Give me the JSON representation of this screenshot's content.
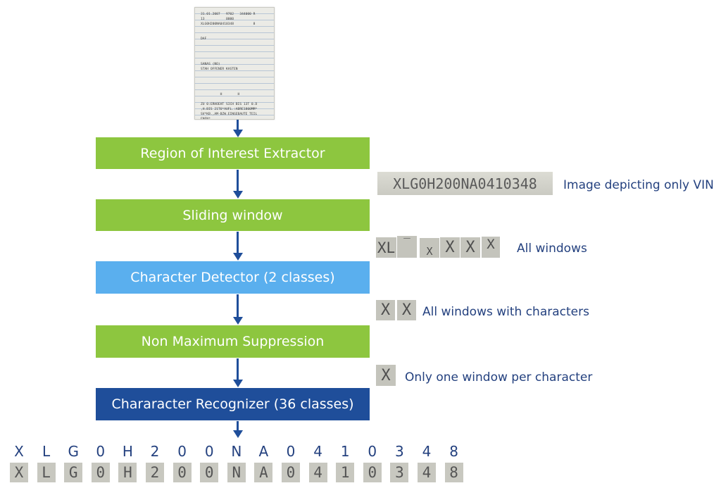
{
  "document": {
    "lines": [
      "31.01.2007   9702   344000 R",
      "13           0000",
      "XLG0H200NA0410348          8",
      "",
      "",
      "DAF",
      "",
      "",
      "",
      "",
      "SANAS (NO)",
      "STAH OFFENER KASTEN",
      "",
      "",
      "",
      "",
      "          H        H",
      "",
      "ZU 0:ERHOEHT SICH BIS 13T 0.D",
      ",H.BIS 21T6*AUFL.:ABRE1800MM*",
      "SV*KB.,AM-BZW.EINGEBAUTE TEIL",
      "ENEN*"
    ]
  },
  "pipeline": {
    "roi": "Region of Interest Extractor",
    "sliding": "Sliding window",
    "detector": "Character Detector (2 classes)",
    "nms": "Non Maximum Suppression",
    "recognizer": "Chararacter Recognizer (36 classes)"
  },
  "annotations": {
    "vin_image_text": "XLG0H200NA0410348",
    "vin_image_caption": "Image depicting only VIN",
    "all_windows": "All windows",
    "windows_with_chars": "All windows with characters",
    "one_window": "Only one window per character"
  },
  "output": {
    "characters": [
      "X",
      "L",
      "G",
      "0",
      "H",
      "2",
      "0",
      "0",
      "N",
      "A",
      "0",
      "4",
      "1",
      "0",
      "3",
      "4",
      "8"
    ]
  },
  "colors": {
    "green": "#8dc63f",
    "light_blue": "#5aafee",
    "dark_blue": "#1f4e9a",
    "text_blue": "#24417f"
  }
}
